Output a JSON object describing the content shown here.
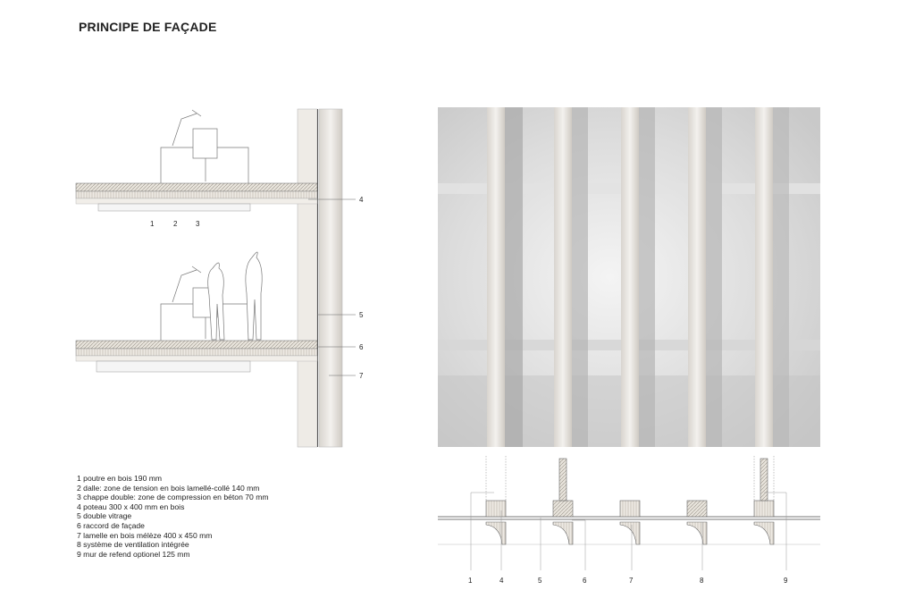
{
  "title": "PRINCIPE DE FAÇADE",
  "section_labels": {
    "l1": "1",
    "l2": "2",
    "l3": "3",
    "l4": "4",
    "l5": "5",
    "l6": "6",
    "l7": "7"
  },
  "plan_labels": {
    "l1": "1",
    "l4": "4",
    "l5": "5",
    "l6": "6",
    "l7": "7",
    "l8": "8",
    "l9": "9"
  },
  "legend": [
    "1 poutre en bois 190 mm",
    "2 dalle: zone de tension en bois lamellé-collé 140 mm",
    "3 chappe double: zone de compression en béton 70 mm",
    "4 poteau 300 x 400 mm en bois",
    "5 double vitrage",
    "6 raccord de façade",
    "7 lamelle en bois mélèze 400 x 450 mm",
    "8 système de ventilation intégrée",
    "9 mur de refend optionel 125 mm"
  ]
}
